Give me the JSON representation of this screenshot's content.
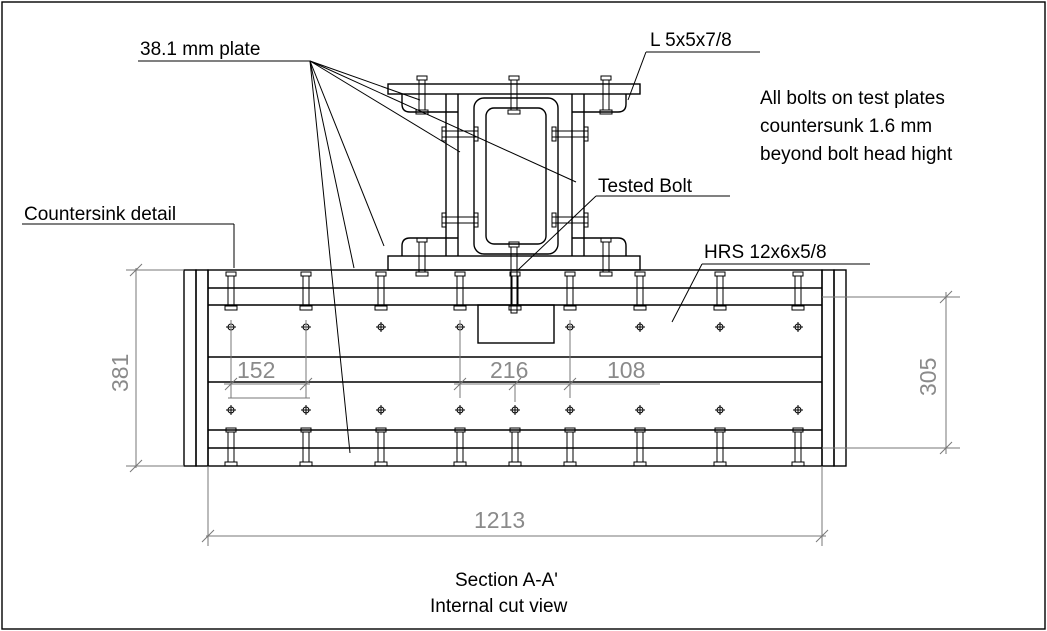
{
  "labels": {
    "plate": "38.1 mm plate",
    "angle": "L 5x5x7/8",
    "note_line1": "All bolts on test plates",
    "note_line2": "countersunk 1.6 mm",
    "note_line3": "beyond bolt head hight",
    "tested_bolt": "Tested Bolt",
    "countersink": "Countersink detail",
    "hrs": "HRS 12x6x5/8"
  },
  "dimensions": {
    "height_outer": "381",
    "height_inner": "305",
    "spacing_152": "152",
    "spacing_216": "216",
    "spacing_108": "108",
    "total_length": "1213"
  },
  "caption": {
    "line1": "Section A-A'",
    "line2": "Internal cut view"
  }
}
